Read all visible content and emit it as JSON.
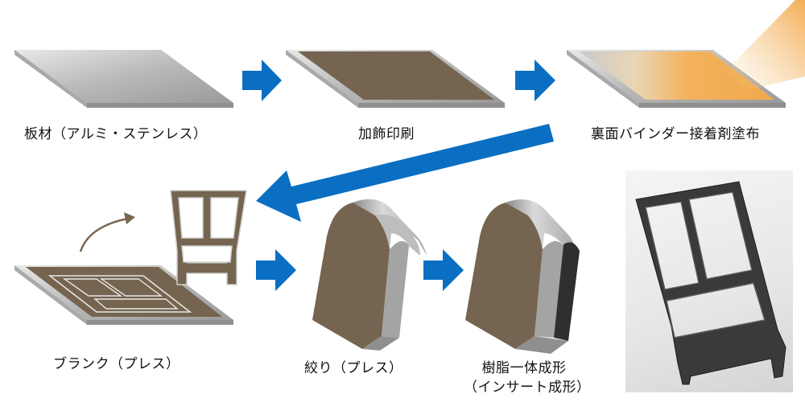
{
  "labels": {
    "step1": "板材（アルミ・ステンレス）",
    "step2": "加飾印刷",
    "step3": "裏面バインダー接着剤塗布",
    "step4": "ブランク（プレス）",
    "step5": "絞り（プレス）",
    "step6_line1": "樹脂一体成形",
    "step6_line2": "（インサート成形）"
  },
  "colors": {
    "arrow": "#0a6fc2",
    "print": "#75644f",
    "metal": "#c4c4c4",
    "binder": "#f3b25c",
    "curve_arrow": "#7a6650",
    "part": "#3a3a3a"
  }
}
